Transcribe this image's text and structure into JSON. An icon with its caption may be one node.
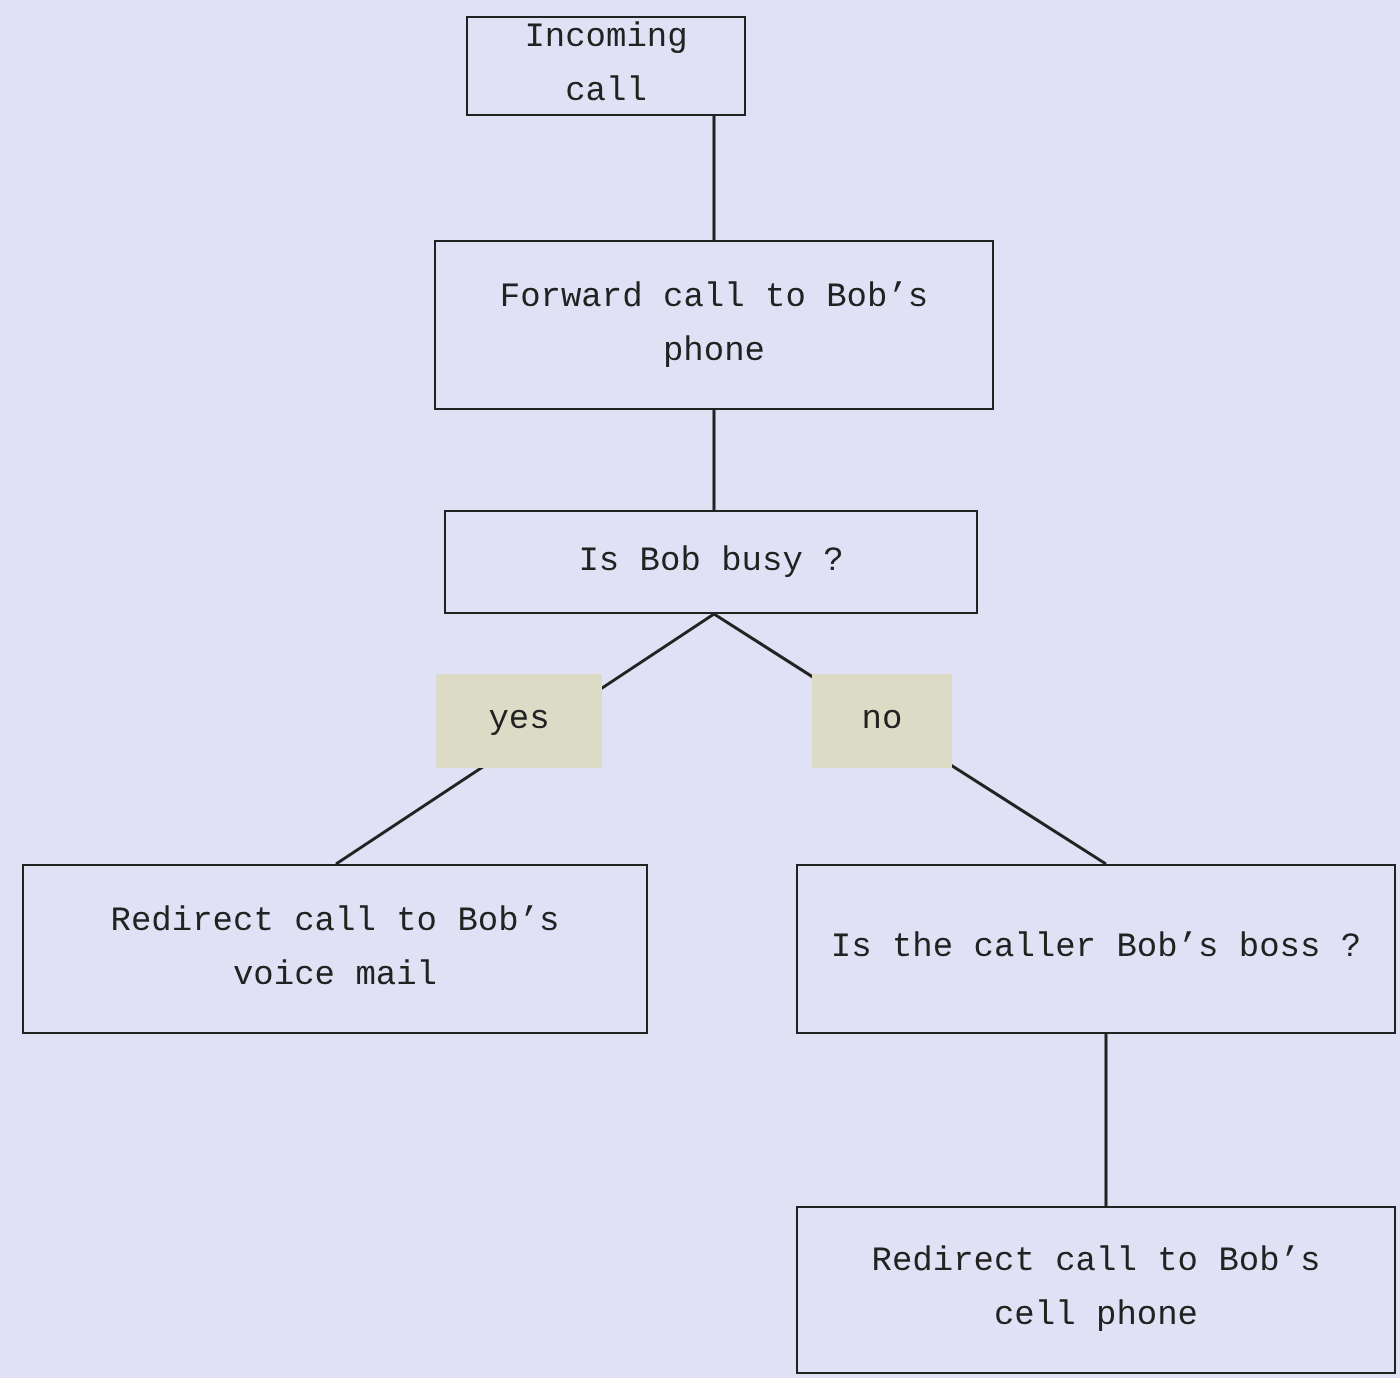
{
  "diagram": {
    "nodes": [
      {
        "text": [
          "Incoming call"
        ]
      },
      {
        "text": [
          "Forward call to Bob’s phone"
        ]
      },
      {
        "text": [
          "Is Bob busy ?"
        ]
      },
      {
        "text": [
          "Redirect call to Bob’s voice mail"
        ]
      },
      {
        "text": [
          "Is the caller Bob’s boss ?"
        ]
      },
      {
        "text": [
          "Redirect call to Bob’s cell phone"
        ]
      }
    ],
    "edges": [
      {
        "from": 0,
        "to": 1,
        "arrow": "none"
      },
      {
        "from": 1,
        "to": 2,
        "arrow": "none"
      },
      {
        "from": 2,
        "to": 3,
        "arrow": "none",
        "label": "yes"
      },
      {
        "from": 2,
        "to": 4,
        "arrow": "none",
        "label": "no"
      },
      {
        "from": 4,
        "to": 5,
        "arrow": "none"
      }
    ]
  }
}
